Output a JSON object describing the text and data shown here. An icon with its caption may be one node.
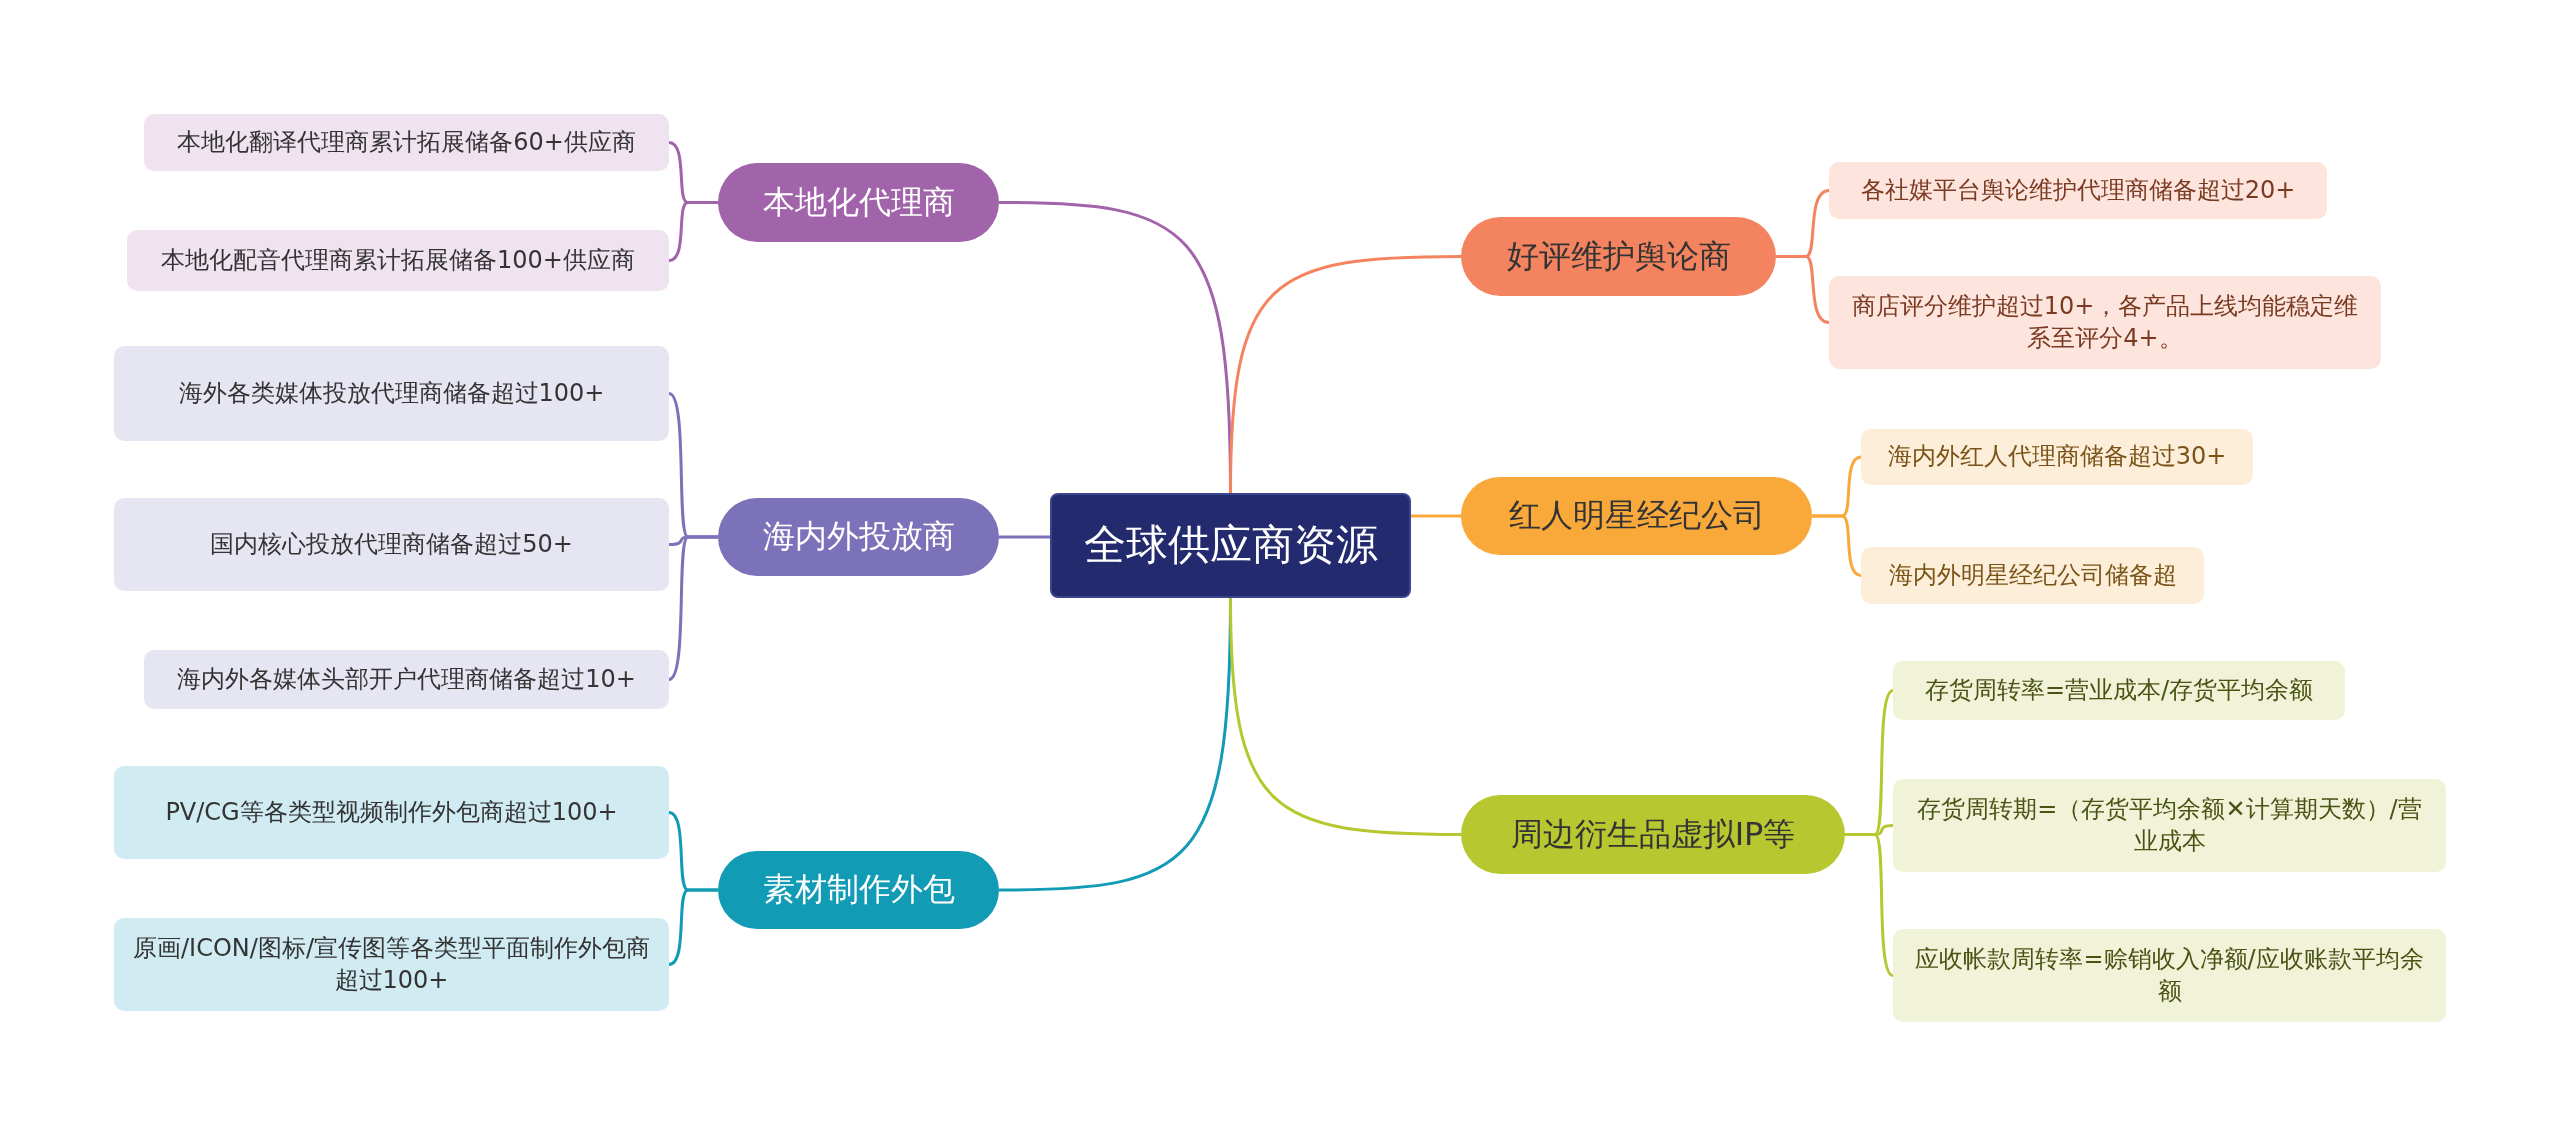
{
  "diagram": {
    "nodes": [
      {
        "text": [
          "全球供应商资源"
        ]
      },
      {
        "text": [
          "本地化代理商"
        ]
      },
      {
        "text": [
          "本地化翻译代理商累计拓展储备60+供应商"
        ]
      },
      {
        "text": [
          "本地化配音代理商累计拓展储备100+供应商"
        ]
      },
      {
        "text": [
          "海内外投放商"
        ]
      },
      {
        "text": [
          "海外各类媒体投放代理商储备超过100+"
        ]
      },
      {
        "text": [
          "国内核心投放代理商储备超过50+"
        ]
      },
      {
        "text": [
          "海内外各媒体头部开户代理商储备超过10+"
        ]
      },
      {
        "text": [
          "素材制作外包"
        ]
      },
      {
        "text": [
          "PV/CG等各类型视频制作外包商超过100+"
        ]
      },
      {
        "text": [
          "原画/ICON/图标/宣传图等各类型平面制作外包商超过100+"
        ]
      },
      {
        "text": [
          "好评维护舆论商"
        ]
      },
      {
        "text": [
          "各社媒平台舆论维护代理商储备超过20+"
        ]
      },
      {
        "text": [
          "商店评分维护超过10+，各产品上线均能稳定维系至评分4+。"
        ]
      },
      {
        "text": [
          "红人明星经纪公司"
        ]
      },
      {
        "text": [
          "海内外红人代理商储备超过30+"
        ]
      },
      {
        "text": [
          "海内外明星经纪公司储备超"
        ]
      },
      {
        "text": [
          "周边衍生品虚拟IP等"
        ]
      },
      {
        "text": [
          "存货周转率=营业成本/存货平均余额"
        ]
      },
      {
        "text": [
          "存货周转期=（存货平均余额✕计算期天数）/营业成本"
        ]
      },
      {
        "text": [
          "应收帐款周转率=赊销收入净额/应收账款平均余额"
        ]
      }
    ],
    "edges": [
      {
        "from": 0,
        "to": 1,
        "arrow": "none",
        "color": "#a163a9"
      },
      {
        "from": 1,
        "to": 2,
        "arrow": "none",
        "color": "#a163a9"
      },
      {
        "from": 1,
        "to": 3,
        "arrow": "none",
        "color": "#a163a9"
      },
      {
        "from": 0,
        "to": 4,
        "arrow": "none",
        "color": "#7b72b9"
      },
      {
        "from": 4,
        "to": 5,
        "arrow": "none",
        "color": "#7b72b9"
      },
      {
        "from": 4,
        "to": 6,
        "arrow": "none",
        "color": "#7b72b9"
      },
      {
        "from": 4,
        "to": 7,
        "arrow": "none",
        "color": "#7b72b9"
      },
      {
        "from": 0,
        "to": 8,
        "arrow": "none",
        "color": "#129bb5"
      },
      {
        "from": 8,
        "to": 9,
        "arrow": "none",
        "color": "#129bb5"
      },
      {
        "from": 8,
        "to": 10,
        "arrow": "none",
        "color": "#129bb5"
      },
      {
        "from": 0,
        "to": 11,
        "arrow": "none",
        "color": "#f4845f"
      },
      {
        "from": 11,
        "to": 12,
        "arrow": "none",
        "color": "#f4845f"
      },
      {
        "from": 11,
        "to": 13,
        "arrow": "none",
        "color": "#f4845f"
      },
      {
        "from": 0,
        "to": 14,
        "arrow": "none",
        "color": "#f9a93a"
      },
      {
        "from": 14,
        "to": 15,
        "arrow": "none",
        "color": "#f9a93a"
      },
      {
        "from": 14,
        "to": 16,
        "arrow": "none",
        "color": "#f9a93a"
      },
      {
        "from": 0,
        "to": 17,
        "arrow": "none",
        "color": "#b6c72f"
      },
      {
        "from": 17,
        "to": 18,
        "arrow": "none",
        "color": "#b6c72f"
      },
      {
        "from": 17,
        "to": 19,
        "arrow": "none",
        "color": "#b6c72f"
      },
      {
        "from": 17,
        "to": 20,
        "arrow": "none",
        "color": "#b6c72f"
      }
    ]
  }
}
